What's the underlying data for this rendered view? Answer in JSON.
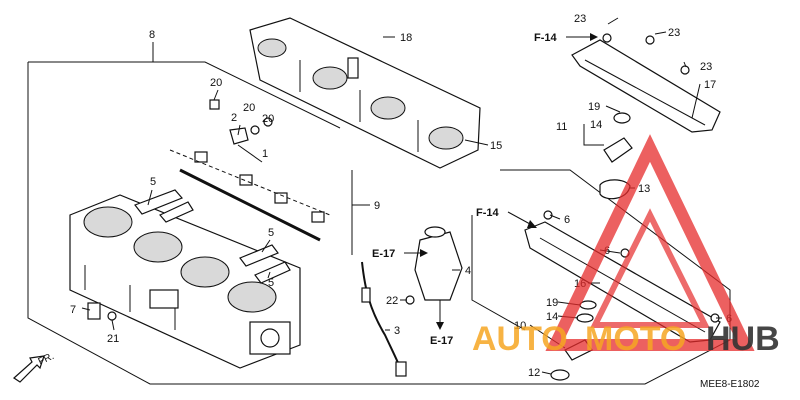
{
  "callouts": {
    "c1": "1",
    "c2": "2",
    "c3": "3",
    "c4": "4",
    "c5a": "5",
    "c5b": "5",
    "c5c": "5",
    "c6a": "6",
    "c6b": "6",
    "c6c": "6",
    "c7": "7",
    "c8": "8",
    "c9": "9",
    "c10": "10",
    "c11": "11",
    "c12": "12",
    "c13": "13",
    "c14a": "14",
    "c14b": "14",
    "c15": "15",
    "c16": "16",
    "c17": "17",
    "c18": "18",
    "c19a": "19",
    "c19b": "19",
    "c20a": "20",
    "c20b": "20",
    "c20c": "20",
    "c21": "21",
    "c22": "22",
    "c23a": "23",
    "c23b": "23",
    "c23c": "23"
  },
  "refs": {
    "f14_top": "F-14",
    "f14_mid": "F-14",
    "e17_top": "E-17",
    "e17_bottom": "E-17"
  },
  "direction_label": "FR.",
  "diagram_code": "MEE8-E1802",
  "watermark": {
    "text_auto": "AUTO",
    "text_moto": "MOTO",
    "text_hub": "HUB",
    "color_orange": "#f6a623",
    "color_red": "#e52b2b",
    "color_dark": "#333333"
  }
}
